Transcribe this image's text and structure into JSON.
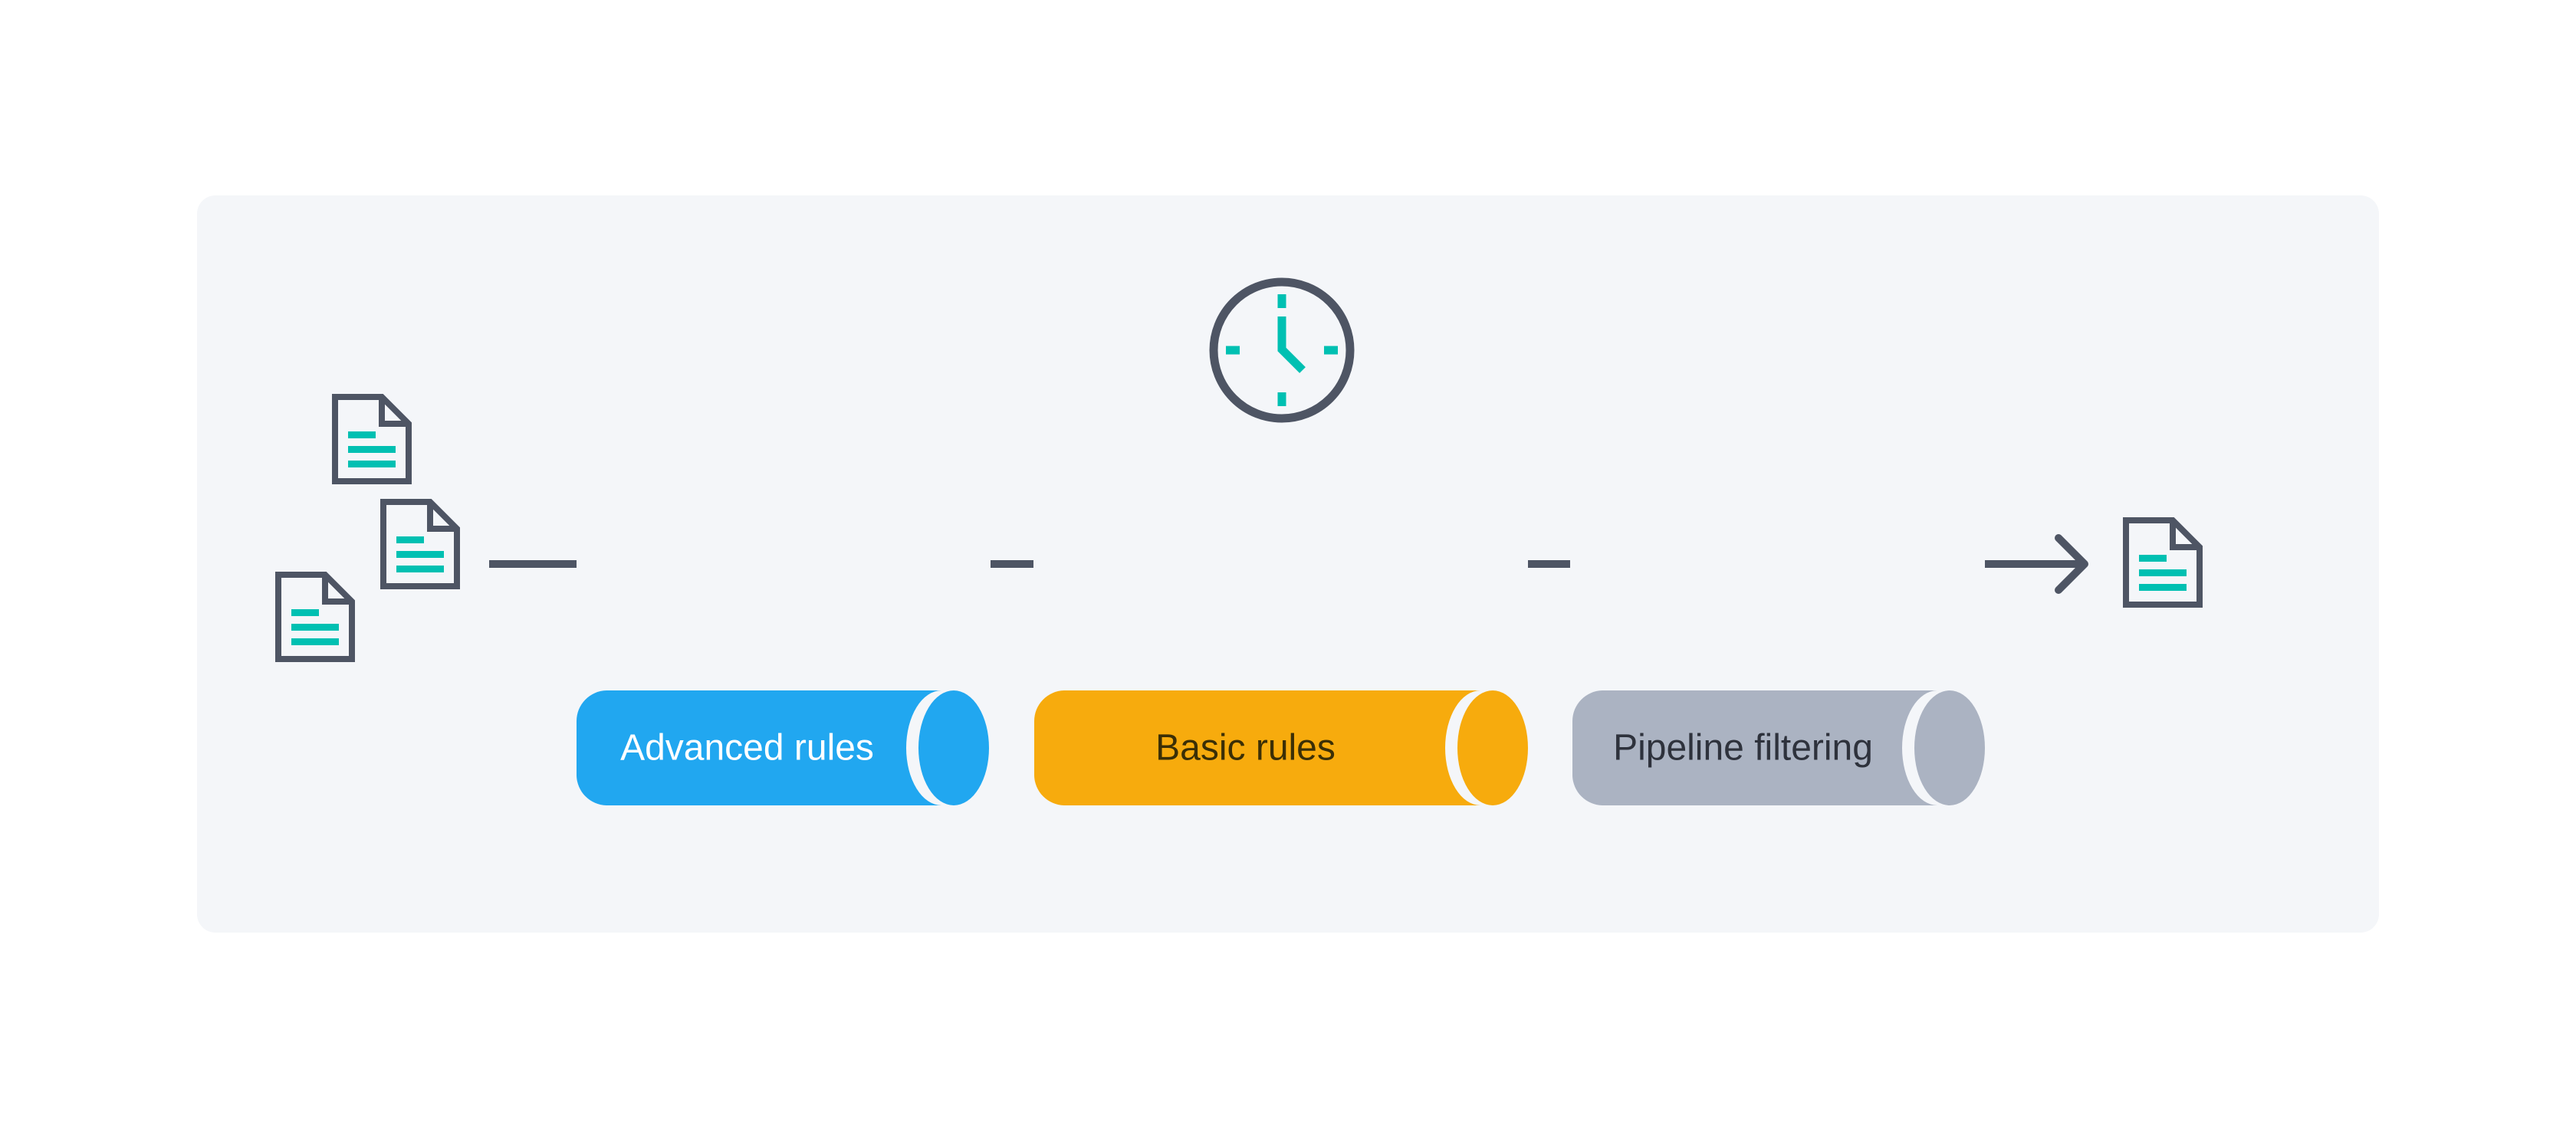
{
  "diagram": {
    "type": "pipeline-flow",
    "stages": [
      {
        "id": "advanced-rules",
        "label": "Advanced rules",
        "fill": "#21A7F0",
        "text_color": "#FFFFFF"
      },
      {
        "id": "basic-rules",
        "label": "Basic rules",
        "fill": "#F7AB0D",
        "text_color": "#3B2F06"
      },
      {
        "id": "pipeline-filtering",
        "label": "Pipeline filtering",
        "fill": "#ABB3C2",
        "text_color": "#2E323C"
      }
    ],
    "input_documents_count": 3,
    "output_documents_count": 1,
    "icons": [
      "document-icon",
      "clock-icon",
      "arrow-right-icon"
    ]
  },
  "colors": {
    "canvas_bg": "#FFFFFF",
    "panel_bg": "#F4F6F9",
    "outline_slate": "#4E5564",
    "accent_teal": "#00C0B2",
    "stage_blue": "#21A7F0",
    "stage_orange": "#F7AB0D",
    "stage_gray": "#ABB3C2"
  }
}
